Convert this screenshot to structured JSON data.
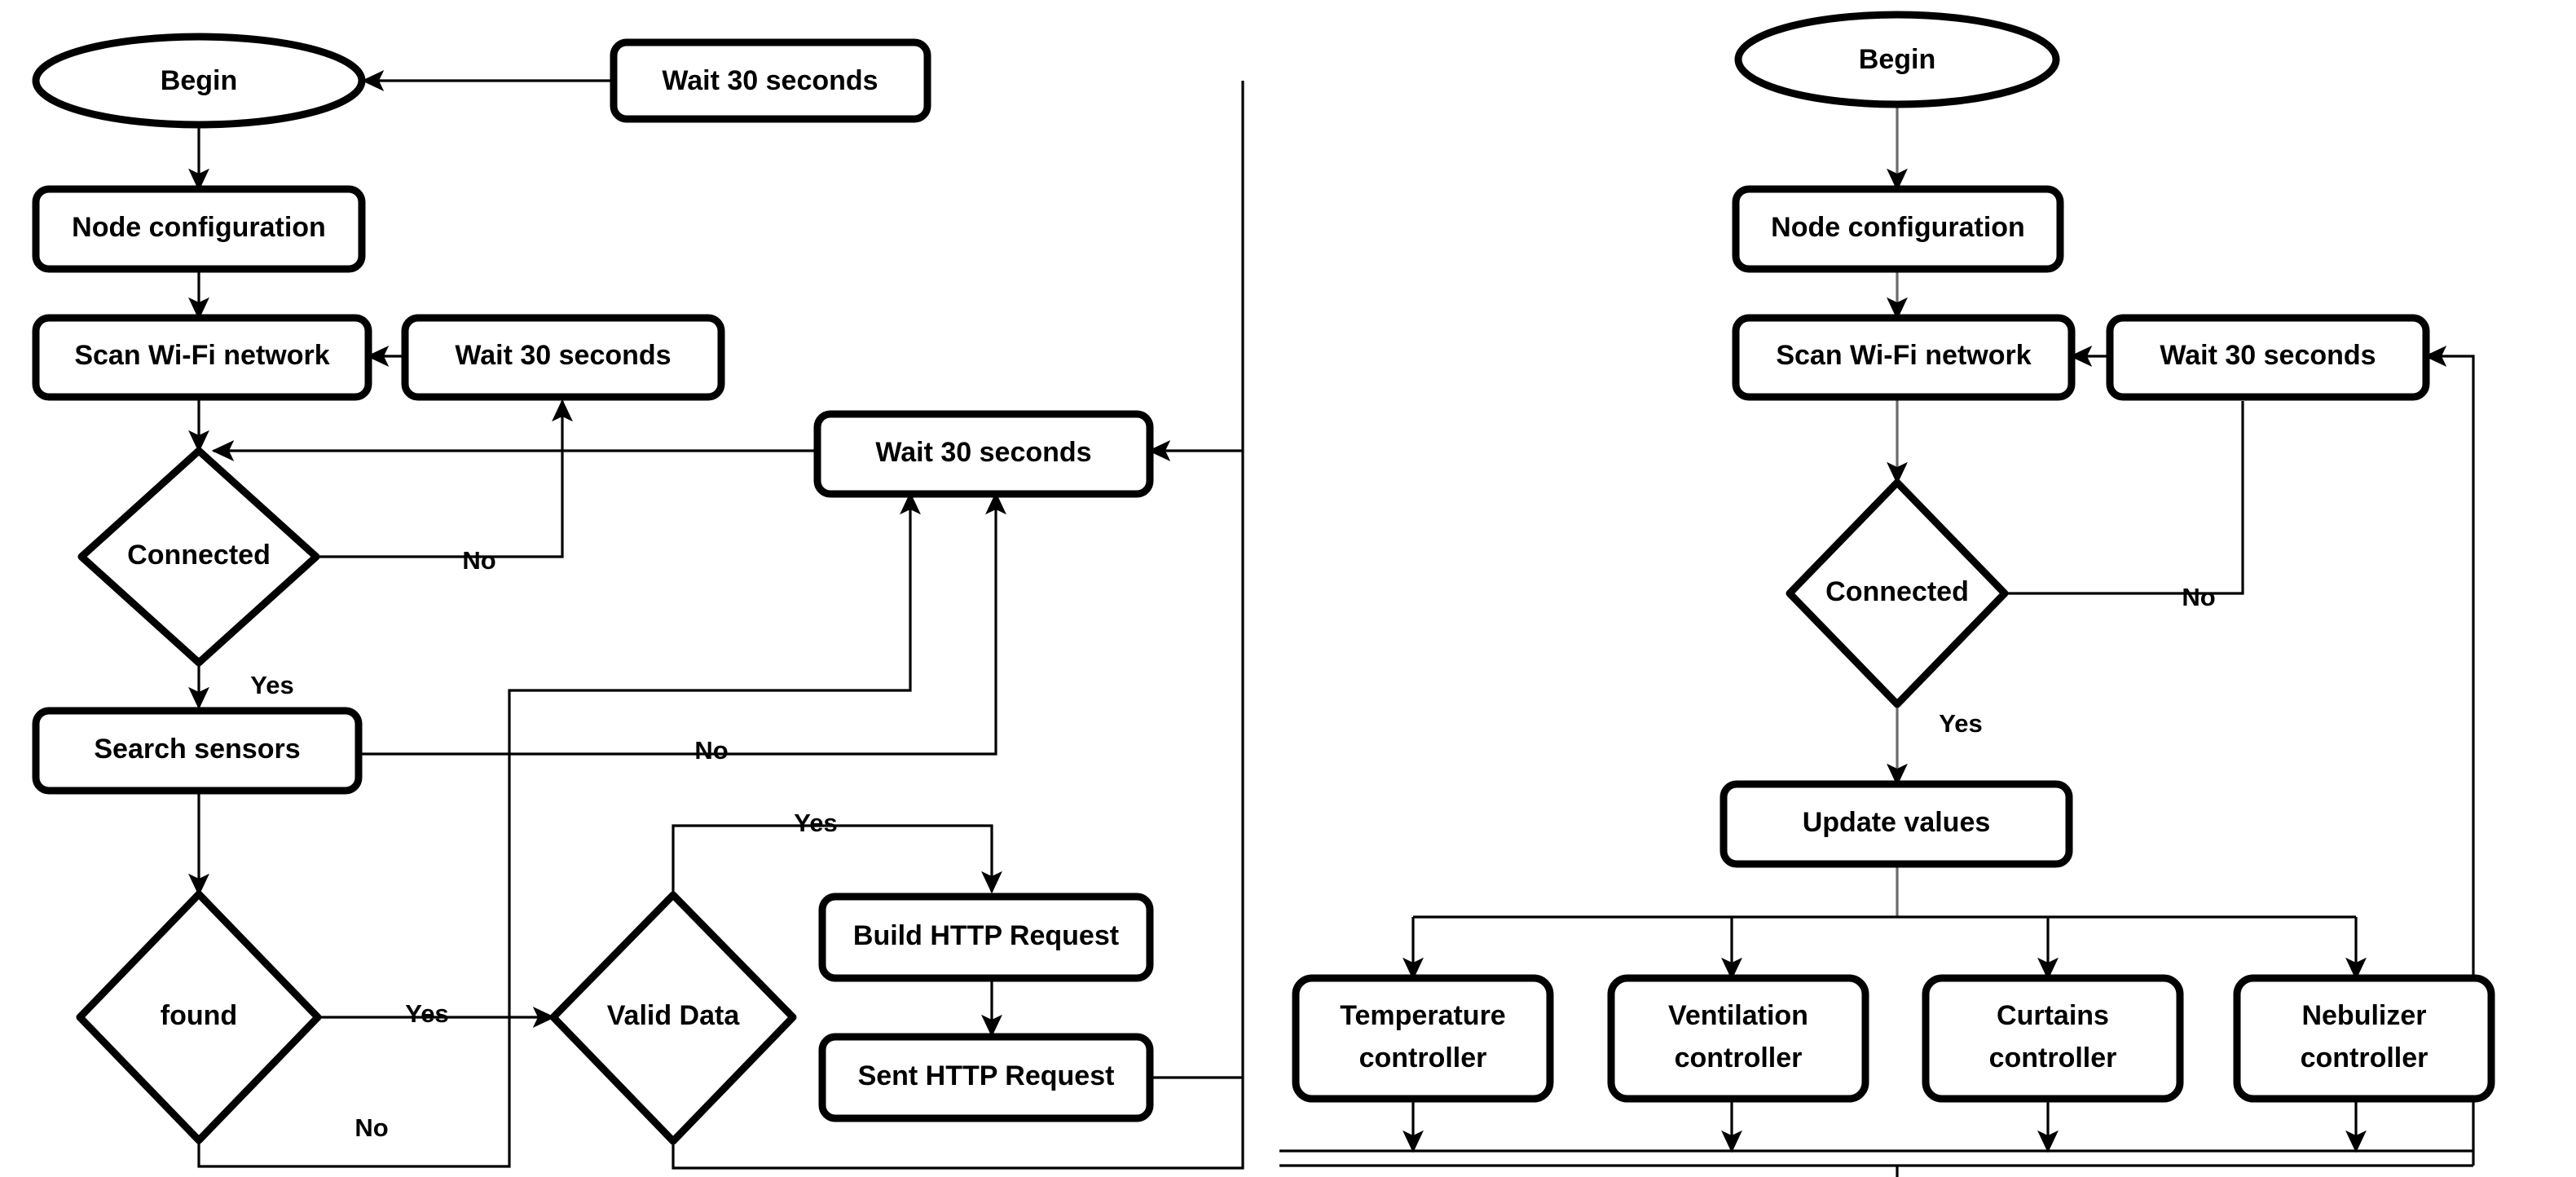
{
  "diagram": {
    "title": "Node firmware flowcharts",
    "background": "#ffffff",
    "stroke_color": "#000000",
    "gray_edge_color": "#6b6b6b",
    "shape_fill": "#ffffff"
  },
  "left_flow": {
    "name": "sensor-node-flowchart",
    "nodes": {
      "begin": "Begin",
      "wait_top": "Wait 30 seconds",
      "node_config": "Node configuration",
      "scan_wifi": "Scan Wi-Fi network",
      "wait_scan": "Wait 30 seconds",
      "wait_mid": "Wait 30 seconds",
      "connected": "Connected",
      "search_sensors": "Search sensors",
      "found": "found",
      "valid_data": "Valid Data",
      "build_http": "Build HTTP Request",
      "sent_http": "Sent HTTP Request"
    },
    "edge_labels": {
      "connected_no": "No",
      "connected_yes": "Yes",
      "search_no": "No",
      "found_yes": "Yes",
      "found_no": "No",
      "valid_yes": "Yes"
    }
  },
  "right_flow": {
    "name": "actuator-node-flowchart",
    "nodes": {
      "begin": "Begin",
      "node_config": "Node configuration",
      "scan_wifi": "Scan Wi-Fi network",
      "wait_scan": "Wait 30 seconds",
      "connected": "Connected",
      "update_values": "Update values",
      "temperature": [
        "Temperature",
        "controller"
      ],
      "ventilation": [
        "Ventilation",
        "controller"
      ],
      "curtains": [
        "Curtains",
        "controller"
      ],
      "nebulizer": [
        "Nebulizer",
        "controller"
      ]
    },
    "edge_labels": {
      "connected_no": "No",
      "connected_yes": "Yes"
    }
  }
}
